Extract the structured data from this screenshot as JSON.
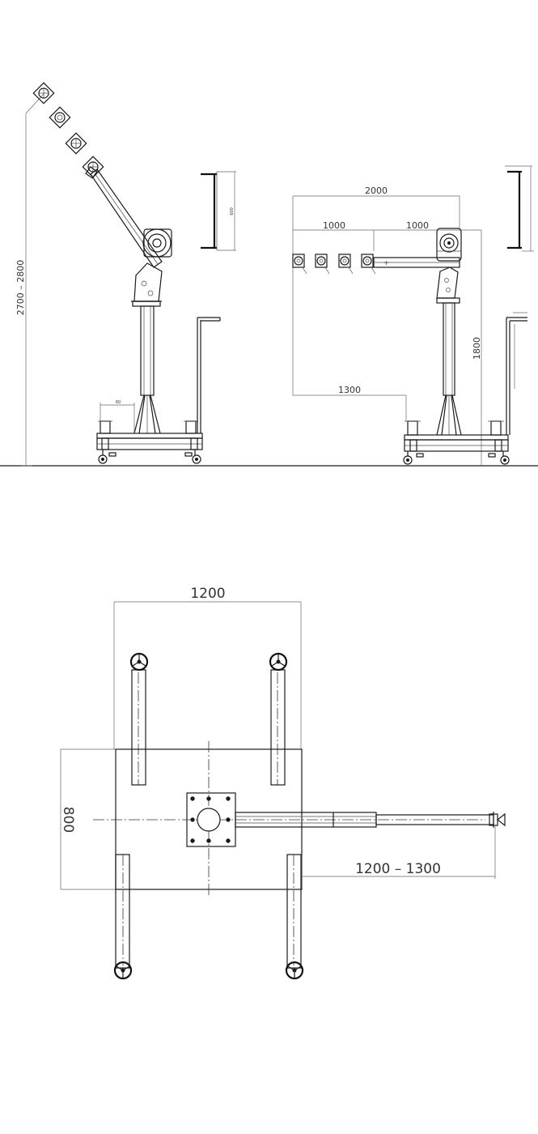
{
  "side_view": {
    "dim_height": "2700 – 2800",
    "dim_small": "60",
    "dim_profile": "600"
  },
  "front_view": {
    "dim_total": "2000",
    "dim_left": "1000",
    "dim_right": "1000",
    "dim_height": "1800",
    "dim_low": "1300"
  },
  "top_view": {
    "dim_width": "1200",
    "dim_depth": "800",
    "dim_extension": "1200 – 1300"
  }
}
